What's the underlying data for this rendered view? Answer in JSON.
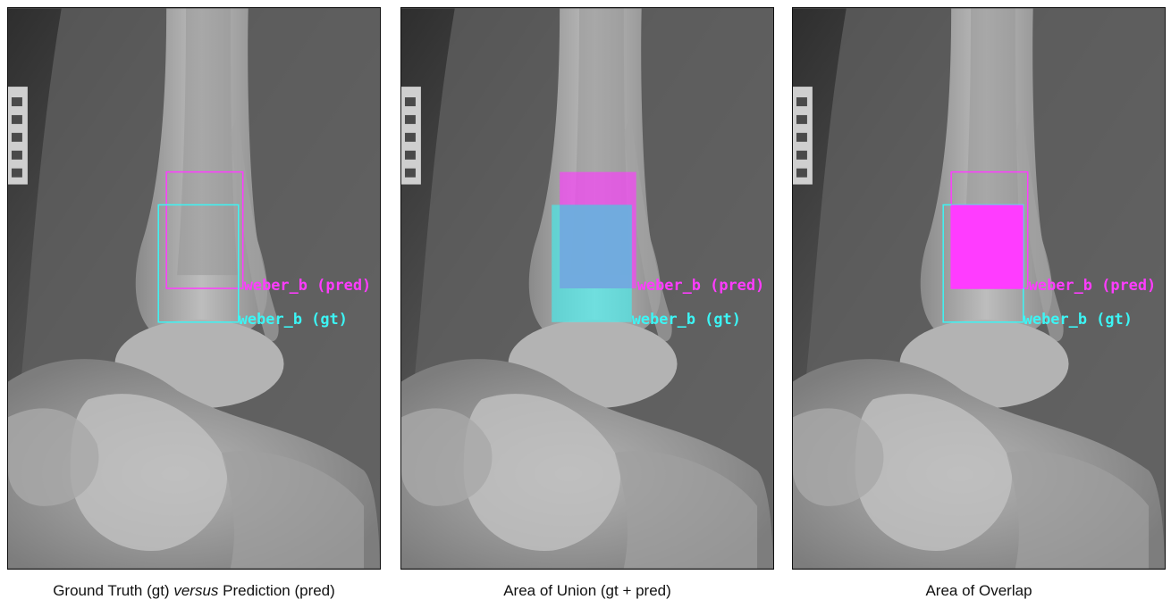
{
  "captions": {
    "panel_1": {
      "before": "Ground Truth (gt) ",
      "emph": "versus",
      "after": " Prediction (pred)"
    },
    "panel_2": "Area of Union (gt + pred)",
    "panel_3": "Area of Overlap"
  },
  "labels": {
    "pred": "weber_b (pred)",
    "gt": "weber_b (gt)"
  },
  "colors": {
    "pred": "#ff3cff",
    "gt": "#3cf5f5",
    "union_blend": "#6fa8dc"
  }
}
